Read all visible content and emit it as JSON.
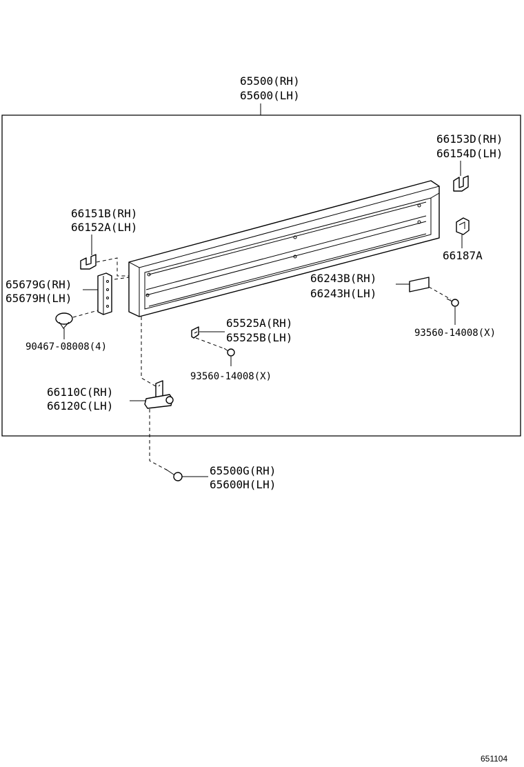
{
  "labels": {
    "main_rh": "65500(RH)",
    "main_lh": "65600(LH)",
    "bracket_top_rh": "66153D(RH)",
    "bracket_top_lh": "66154D(LH)",
    "clip_right": "66187A",
    "bracket_left_rh": "66151B(RH)",
    "bracket_left_lh": "66152A(LH)",
    "stay_rh": "65679G(RH)",
    "stay_lh": "65679H(LH)",
    "plate_rh": "66243B(RH)",
    "plate_lh": "66243H(LH)",
    "bolt_right": "93560-14008(X)",
    "grommet": "90467-08008(4)",
    "clamp_rh": "65525A(RH)",
    "clamp_lh": "65525B(LH)",
    "bolt_center": "93560-14008(X)",
    "hinge_rh": "66110C(RH)",
    "hinge_lh": "66120C(LH)",
    "pin_rh": "65500G(RH)",
    "pin_lh": "65600H(LH)"
  },
  "diagram_code": "651104"
}
